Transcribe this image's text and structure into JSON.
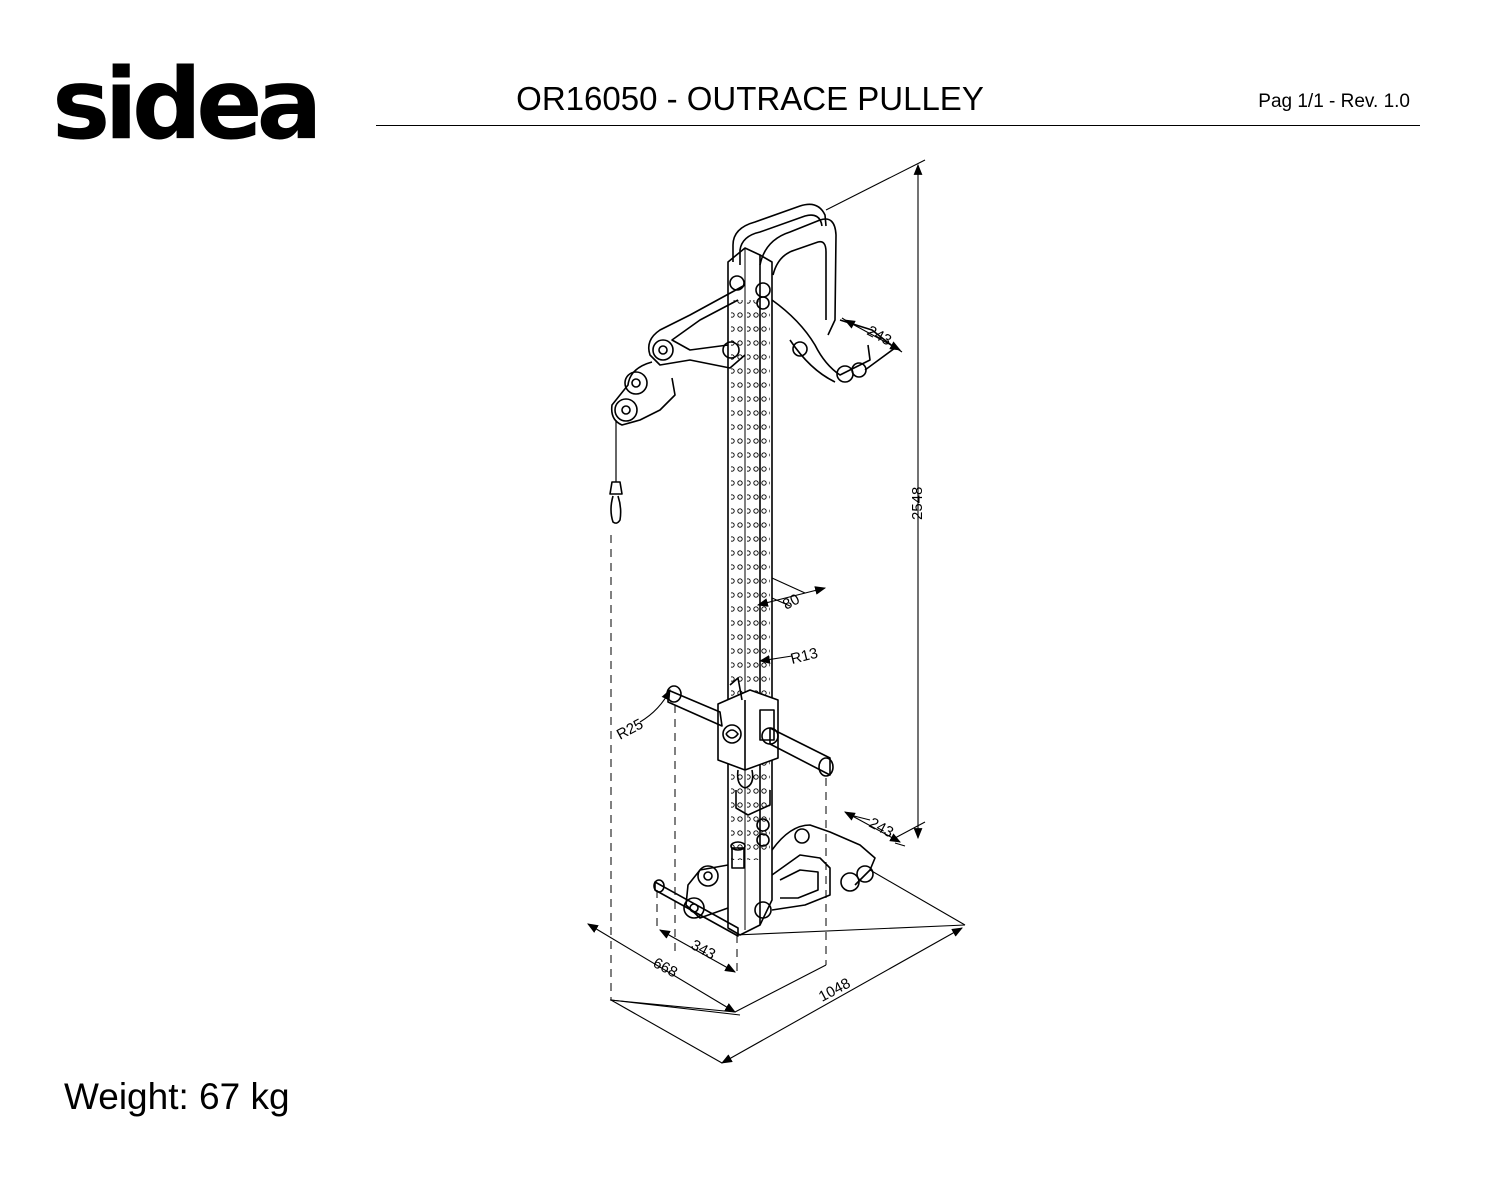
{
  "header": {
    "logo_text": "sidea",
    "title": "OR16050 - OUTRACE PULLEY",
    "page_info": "Pag 1/1 - Rev. 1.0"
  },
  "footer": {
    "weight": "Weight: 67 kg"
  },
  "dimensions": {
    "height": "2548",
    "top_arm_depth": "243",
    "bottom_arm_depth": "243",
    "hole_spacing": "80",
    "hole_radius": "R13",
    "handle_radius": "R25",
    "inner_width": "343",
    "base_width": "668",
    "total_width": "1048"
  }
}
